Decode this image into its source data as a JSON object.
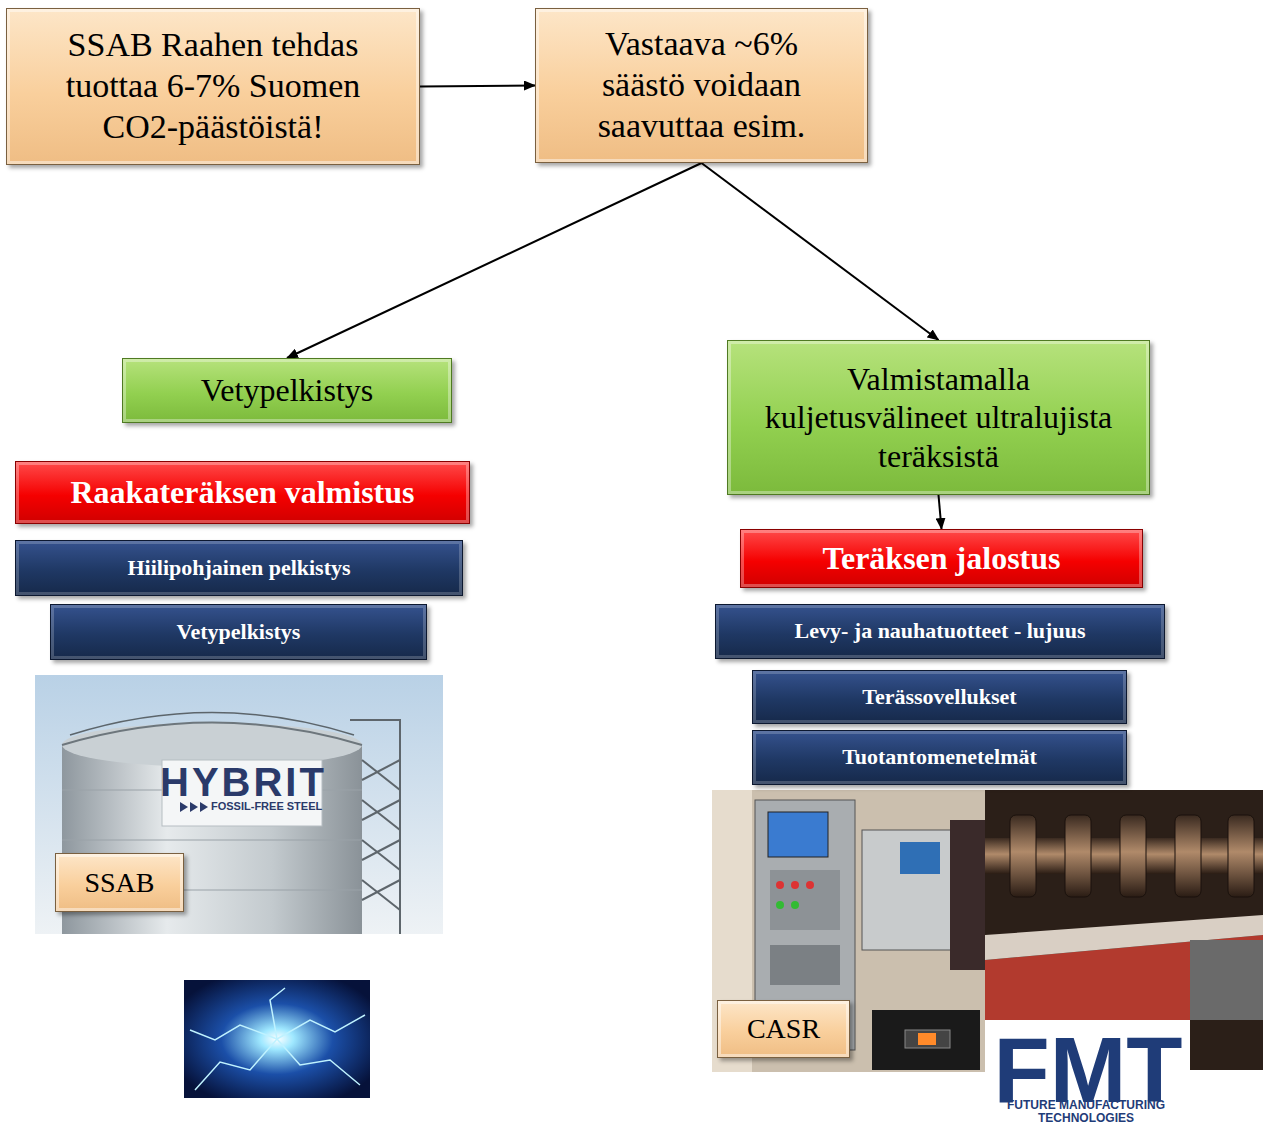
{
  "diagram": {
    "nodes": [
      {
        "text": [
          "SSAB Raahen tehdas tuottaa 6-7% Suomen CO2-päästöistä!"
        ]
      },
      {
        "text": [
          "Vastaava ~6% säästö voidaan saavuttaa esim."
        ]
      },
      {
        "text": [
          "Vetypelkistys"
        ]
      },
      {
        "text": [
          "Valmistamalla kuljetusvälineet ultralujista teräksistä"
        ]
      },
      {
        "text": [
          "Raakateräksen valmistus"
        ]
      },
      {
        "text": [
          "Hiilipohjainen pelkistys"
        ]
      },
      {
        "text": [
          "Vetypelkistys"
        ]
      },
      {
        "text": [
          "Teräksen jalostus"
        ]
      },
      {
        "text": [
          "Levy- ja nauhatuotteet - lujuus"
        ]
      },
      {
        "text": [
          "Terässovellukset"
        ]
      },
      {
        "text": [
          "Tuotantomenetelmät"
        ]
      },
      {
        "text": [
          "SSAB"
        ]
      },
      {
        "text": [
          "CASR"
        ]
      }
    ],
    "edges": [
      {
        "from": 0,
        "to": 1,
        "arrow": "to"
      },
      {
        "from": 1,
        "to": 2,
        "arrow": "to"
      },
      {
        "from": 1,
        "to": 3,
        "arrow": "to"
      },
      {
        "from": 3,
        "to": 7,
        "arrow": "to"
      }
    ],
    "labels": [
      "HYBRIT",
      "FOSSIL-FREE STEEL",
      "FMT",
      "FUTURE MANUFACTURING TECHNOLOGIES"
    ]
  }
}
